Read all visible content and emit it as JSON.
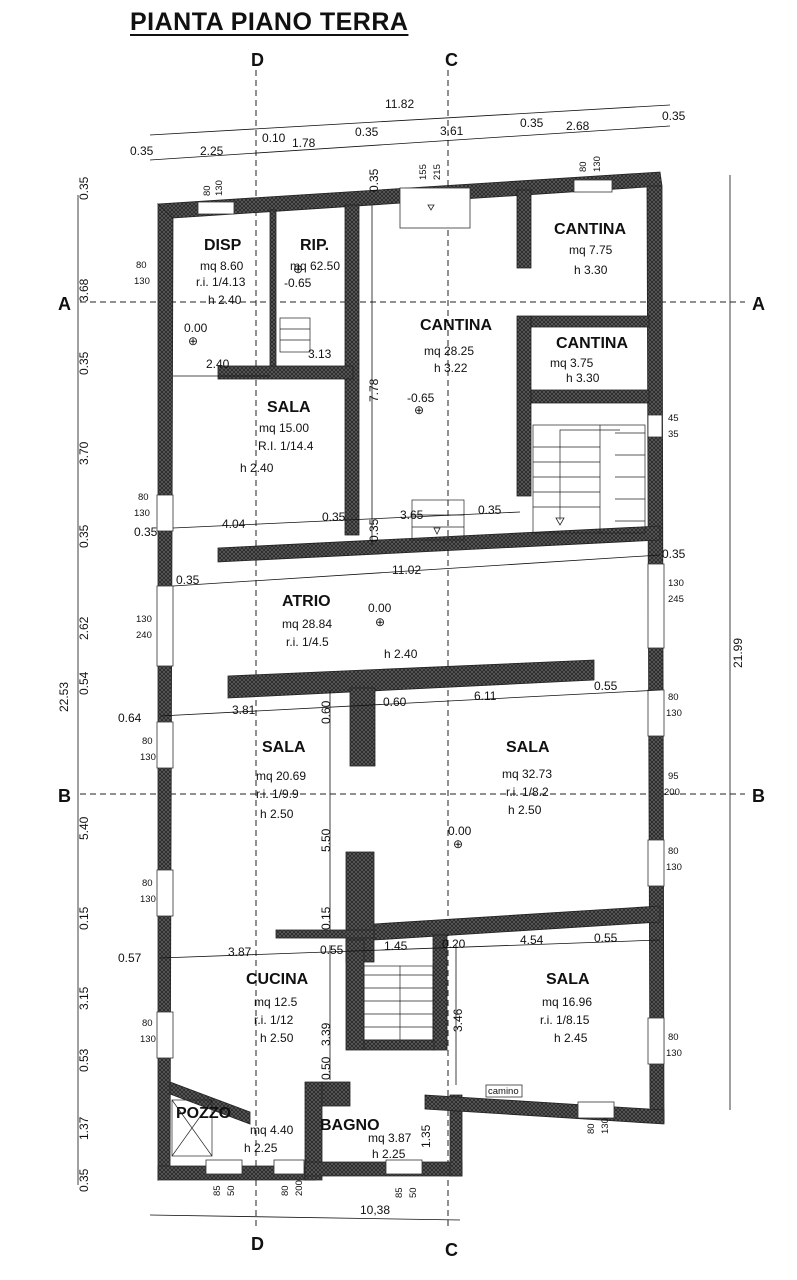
{
  "title": "PIANTA PIANO TERRA",
  "sections": {
    "a": "A",
    "b": "B",
    "c": "C",
    "d": "D"
  },
  "rooms": {
    "disp": {
      "name": "DISP",
      "area": "mq 8.60",
      "ratio": "r.i. 1/4.13",
      "height": "h 2.40",
      "level": "0.00"
    },
    "rip": {
      "name": "RIP.",
      "area": "mq 62.50",
      "level": "-0.65",
      "height": "h 3.13"
    },
    "cantina_main": {
      "name": "CANTINA",
      "area": "mq 28.25",
      "height": "h 3.22",
      "level": "-0.65"
    },
    "cantina_ne": {
      "name": "CANTINA",
      "area": "mq 7.75",
      "height": "h 3.30"
    },
    "cantina_small": {
      "name": "CANTINA",
      "area": "mq 3.75",
      "height": "h 3.30"
    },
    "sala_nw": {
      "name": "SALA",
      "area": "mq 15.00",
      "ratio": "R.I. 1/14.4",
      "height": "h 2.40"
    },
    "atrio": {
      "name": "ATRIO",
      "area": "mq 28.84",
      "ratio": "r.i. 1/4.5",
      "height": "h 2.40",
      "level": "0.00"
    },
    "sala_w": {
      "name": "SALA",
      "area": "mq 20.69",
      "ratio": "r.i. 1/9.9",
      "height": "h 2.50"
    },
    "sala_e": {
      "name": "SALA",
      "area": "mq 32.73",
      "ratio": "r.i. 1/8.2",
      "height": "h 2.50",
      "level": "0.00"
    },
    "cucina": {
      "name": "CUCINA",
      "area": "mq 12.5",
      "ratio": "r.i. 1/12",
      "height": "h 2.50"
    },
    "sala_se": {
      "name": "SALA",
      "area": "mq 16.96",
      "ratio": "r.i. 1/8.15",
      "height": "h 2.45"
    },
    "pozzo": {
      "name": "POZZO",
      "area": "mq 4.40",
      "height": "h 2.25"
    },
    "bagno": {
      "name": "BAGNO",
      "area": "mq 3.87",
      "height": "h 2.25"
    },
    "camino": {
      "name": "camino"
    }
  },
  "dims_top": {
    "overall": "11.82",
    "segments": [
      "0.35",
      "2.25",
      "0.10",
      "1.78",
      "0.35",
      "3.61",
      "0.35",
      "2.68",
      "0.35"
    ]
  },
  "dims_left": [
    "0.35",
    "3.68",
    "0.35",
    "3.70",
    "0.35",
    "2.62",
    "0.54",
    "0.64",
    "5.40",
    "0.15",
    "0.57",
    "3.15",
    "0.53",
    "1.37",
    "0.35"
  ],
  "dim_left_overall": "22.53",
  "dim_right_overall": "21.99",
  "dim_bottom_overall": "10,38",
  "inner_dims": {
    "d240": "2.40",
    "d778": "7.78",
    "d035a": "0.35",
    "d035b": "0.35",
    "d313": "3.13",
    "d404": "4.04",
    "d035c": "0.35",
    "d365": "3.65",
    "d035d": "0.35",
    "d035e": "0.35",
    "d035f": "0.35",
    "d1102": "11.02",
    "d035g": "0.35",
    "d035h": "0.35",
    "d381": "3.81",
    "d060a": "0.60",
    "d060b": "0.60",
    "d611": "6.11",
    "d055a": "0.55",
    "d550": "5.50",
    "d015": "0.15",
    "d387": "3.87",
    "d055b": "0.55",
    "d145": "1.45",
    "d020": "0.20",
    "d454": "4.54",
    "d055c": "0.55",
    "d339": "3.39",
    "d346": "3.46",
    "d050": "0.50",
    "d135": "1.35"
  },
  "windows": {
    "w1": [
      "80",
      "130"
    ],
    "w2": [
      "80",
      "130"
    ],
    "w3": [
      "155",
      "215"
    ],
    "w4": [
      "80",
      "130"
    ],
    "w5": [
      "80",
      "130"
    ],
    "w6": [
      "45",
      "35"
    ],
    "w7": [
      "130",
      "240"
    ],
    "w8": [
      "130",
      "245"
    ],
    "w9": [
      "80",
      "130"
    ],
    "w10": [
      "80",
      "130"
    ],
    "w11": [
      "95",
      "200"
    ],
    "w12": [
      "80",
      "130"
    ],
    "w13": [
      "80",
      "130"
    ],
    "w14": [
      "80",
      "130"
    ],
    "w15": [
      "80",
      "130"
    ],
    "w16": [
      "80",
      "130"
    ],
    "w17": [
      "85",
      "50"
    ],
    "w18": [
      "80",
      "200"
    ],
    "w19": [
      "85",
      "50"
    ]
  }
}
